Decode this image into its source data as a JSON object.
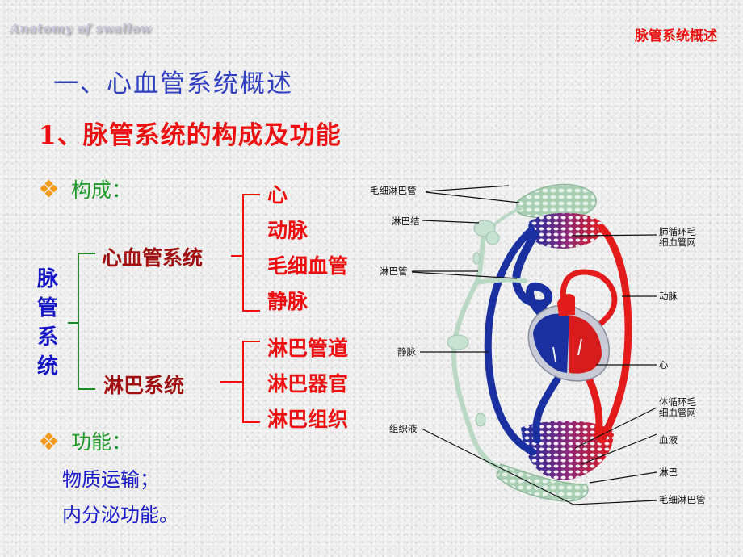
{
  "watermark": "Anatomy of swallow",
  "corner_title": "脉管系统概述",
  "section_title": "一、心血管系统概述",
  "sub_title": {
    "number": "1、",
    "text": "脉管系统的构成及功能"
  },
  "composition": {
    "label": "构成：",
    "root": "脉管系统",
    "root_chars": [
      "脉",
      "管",
      "系",
      "统"
    ],
    "branches": [
      {
        "label": "心血管系统",
        "items": [
          "心",
          "动脉",
          "毛细血管",
          "静脉"
        ]
      },
      {
        "label": "淋巴系统",
        "items": [
          "淋巴管道",
          "淋巴器官",
          "淋巴组织"
        ]
      }
    ]
  },
  "function": {
    "label": "功能：",
    "items": [
      "物质运输；",
      "内分泌功能。"
    ]
  },
  "diagram": {
    "labels_left": [
      "毛细淋巴管",
      "淋巴结",
      "淋巴管",
      "静脉",
      "组织液"
    ],
    "labels_right": [
      "肺循环毛\n细血管网",
      "动脉",
      "心",
      "体循环毛\n细血管网",
      "血液",
      "淋巴",
      "毛细淋巴管"
    ],
    "colors": {
      "artery": "#e31b1b",
      "vein": "#1a2fa0",
      "lymph": "#b9d9c4",
      "leader": "#111111"
    }
  },
  "icons": {
    "bullet": "orange-diamond-cluster-icon"
  }
}
